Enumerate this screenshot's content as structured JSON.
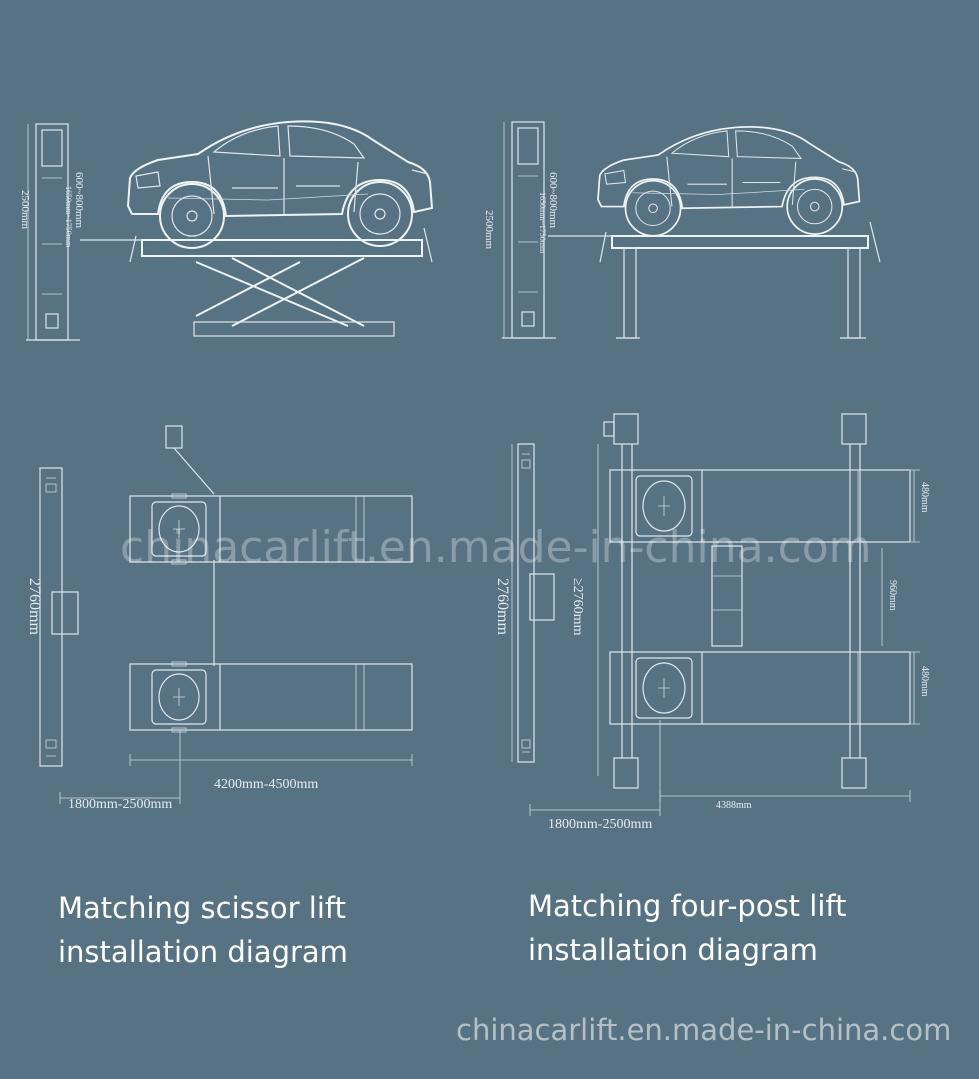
{
  "diagrams": {
    "scissor_side": {
      "height_label": "2500mm",
      "range_label": "600~800mm",
      "sub_label": "1650mm~1750mm"
    },
    "fourpost_side": {
      "height_label": "2500mm",
      "range_label": "600~800mm",
      "sub_label": "1650mm~1750mm"
    },
    "scissor_top": {
      "length_label": "2760mm",
      "width_label": "4200mm-4500mm",
      "offset_label": "1800mm-2500mm"
    },
    "fourpost_top": {
      "length_label": "2760mm",
      "length_label_2": "≥2760mm",
      "top_label": "480mm",
      "gap_label": "960mm",
      "bottom_label": "480mm",
      "width_label": "4388mm",
      "offset_label": "1800mm-2500mm"
    }
  },
  "captions": {
    "left": {
      "line1": "Matching scissor lift",
      "line2": "installation diagram"
    },
    "right": {
      "line1": "Matching four-post lift",
      "line2": "installation diagram"
    }
  },
  "watermarks": {
    "center": "chinacarlift.en.made-in-china.com",
    "bottom": "chinacarlift.en.made-in-china.com"
  },
  "colors": {
    "background": "#577383",
    "line": "#dfe7ec",
    "text": "#ffffff"
  }
}
